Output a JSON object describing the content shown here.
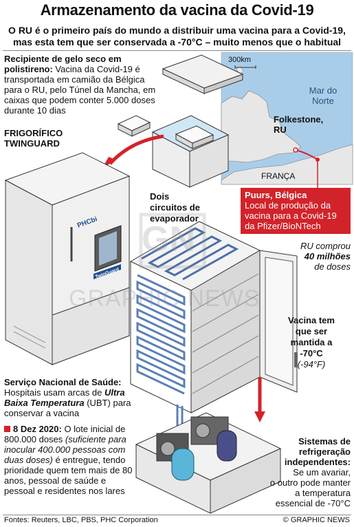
{
  "title": "Armazenamento da vacina da Covid-19",
  "subtitle_line1": "O RU é o primeiro país do mundo a distribuir uma vacina para a Covid-19,",
  "subtitle_line2": "mas esta tem que ser conservada a -70°C – muito menos que o habitual",
  "map": {
    "scale": "300km",
    "sea": [
      "Mar do",
      "Norte"
    ],
    "folkestone": [
      "Folkestone,",
      "RU"
    ],
    "franca": "FRANÇA",
    "water_color": "#a9cde9",
    "land_color": "#e7e7e7",
    "route_color": "#d2232a"
  },
  "icebox": {
    "label": "Recipiente de gelo seco em polistireno:",
    "text": "Vacina da Covid-19 é transportada em camião da Bélgica para o RU, pelo Túnel da Mancha, em caixas que podem conter 5.000 doses durante 10 dias"
  },
  "freezer_label": [
    "FRIGORÍFICO",
    "TWINGUARD"
  ],
  "freezer_brand": "PHCbi",
  "freezer_model": "TwinGuard",
  "puurs": {
    "title": "Puurs, Bélgica",
    "text": "Local de produção da vacina para a Covid-19 da Pfizer/BioNTech"
  },
  "circuits_label": [
    "Dois",
    "circuitos de",
    "evaporador"
  ],
  "uk_bought": {
    "line1": "RU comprou",
    "amount": "40 milhões",
    "line3": "de doses"
  },
  "temp": {
    "line1": "Vacina tem",
    "line2": "que ser",
    "line3": "mantida a",
    "value": "-70°C",
    "fahrenheit": "(-94°F)"
  },
  "nhs": {
    "label": "Serviço Nacional de Saúde:",
    "text_a": "Hospitais usam arcas de ",
    "bold_italic": "Ultra Baixa Temperatura",
    "text_b": " (UBT) para conservar a vacina"
  },
  "date": {
    "label": "8 Dez 2020:",
    "text_a": " O lote inicial de 800.000 doses ",
    "italic": "(suficiente para inocular 400.000 pessoas com duas doses)",
    "text_b": " é entregue, tendo prioridade quem tem mais de 80 anos, pessoal de saúde e pessoal e residentes nos lares"
  },
  "systems": {
    "label": [
      "Sistemas de",
      "refrigeração",
      "independentes:"
    ],
    "text": [
      "Se um avariar,",
      "o outro pode manter",
      "a temperatura",
      "essencial de -70°C"
    ]
  },
  "sources": "Fontes: Reuters, LBC, PBS, PHC Corporation",
  "copyright": "© GRAPHIC NEWS",
  "watermark": [
    "GN",
    "GRAPHIC NEWS"
  ],
  "colors": {
    "accent": "#d2232a",
    "coil": "#5b7fb8",
    "freezer": "#ececec"
  }
}
